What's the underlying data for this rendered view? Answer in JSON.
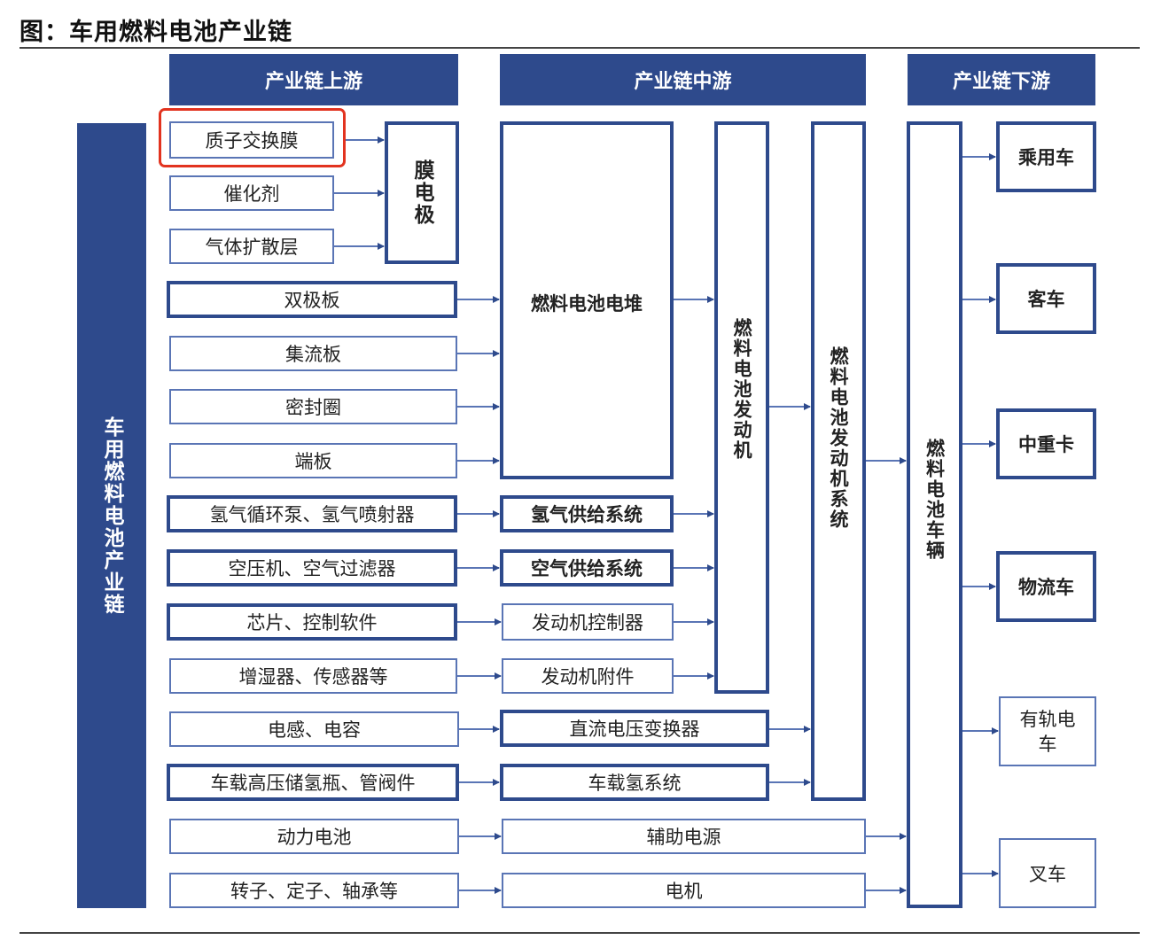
{
  "title": "图：车用燃料电池产业链",
  "headers": {
    "upstream": "产业链上游",
    "midstream": "产业链中游",
    "downstream": "产业链下游"
  },
  "sidebar_label": "车用燃料电池产业链",
  "upstream": {
    "pem": "质子交换膜",
    "catalyst": "催化剂",
    "gdl": "气体扩散层",
    "mea": "膜电极",
    "bipolar": "双极板",
    "collector": "集流板",
    "seal": "密封圈",
    "endplate": "端板",
    "h2_pump": "氢气循环泵、氢气喷射器",
    "compressor": "空压机、空气过滤器",
    "chip": "芯片、控制软件",
    "humidifier": "增湿器、传感器等",
    "inductor": "电感、电容",
    "tank": "车载高压储氢瓶、管阀件",
    "battery": "动力电池",
    "rotor": "转子、定子、轴承等"
  },
  "midstream": {
    "stack": "燃料电池电堆",
    "h2_supply": "氢气供给系统",
    "air_supply": "空气供给系统",
    "controller": "发动机控制器",
    "accessory": "发动机附件",
    "dcdc": "直流电压变换器",
    "h2_system": "车载氢系统",
    "aux_power": "辅助电源",
    "motor": "电机",
    "engine": "燃料电池发动机",
    "engine_system": "燃料电池发动机系统",
    "vehicle": "燃料电池车辆"
  },
  "downstream": {
    "passenger": "乘用车",
    "bus": "客车",
    "truck": "中重卡",
    "logistics": "物流车",
    "tram": "有轨电车",
    "forklift": "叉车"
  },
  "colors": {
    "navy": "#2e4a8c",
    "border": "#5a75b5",
    "highlight": "#e2331f"
  }
}
